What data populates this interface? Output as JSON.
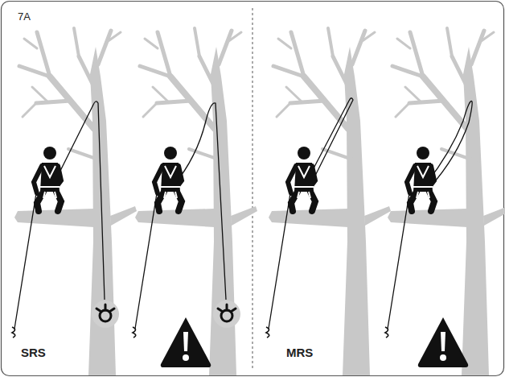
{
  "diagram": {
    "labels": [
      "7A",
      "SRS",
      "MRS"
    ]
  }
}
